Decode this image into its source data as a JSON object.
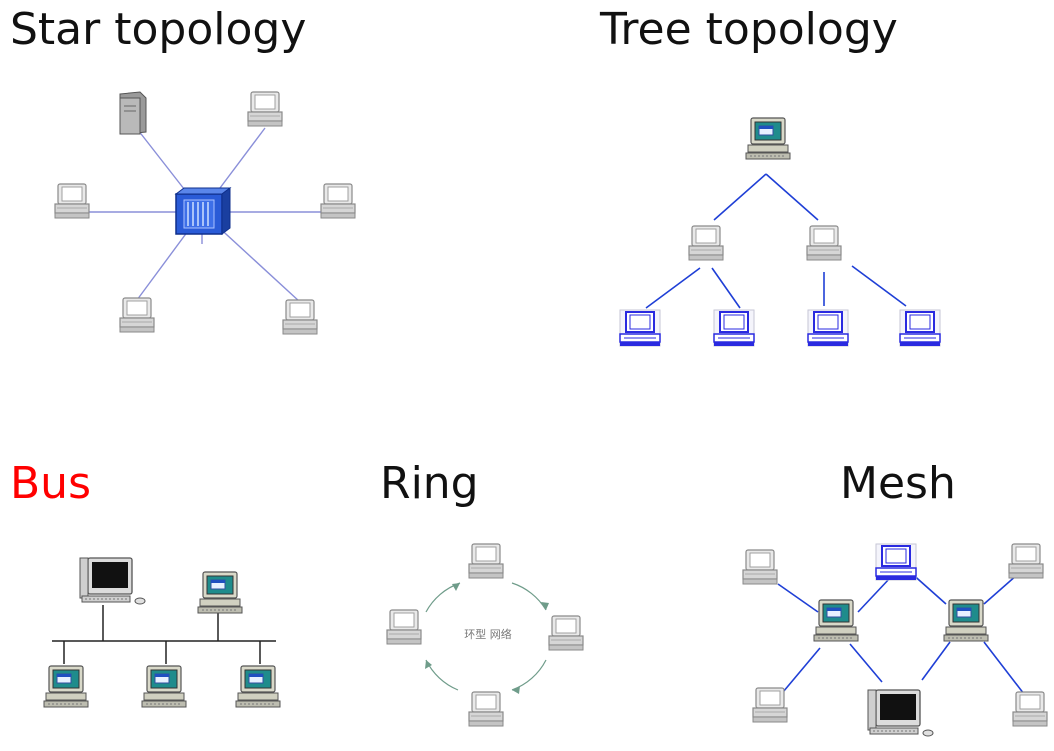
{
  "diagrams": {
    "star": {
      "title": "Star topology"
    },
    "tree": {
      "title": "Tree topology"
    },
    "bus": {
      "title": "Bus",
      "title_color": "#ff0000"
    },
    "ring": {
      "title": "Ring",
      "center_label": "环型 网络"
    },
    "mesh": {
      "title": "Mesh"
    }
  },
  "colors": {
    "link_blue": "#1f3fd6",
    "star_link": "#8a8fd9",
    "hub_blue": "#2a5bd7",
    "bus_line": "#222222",
    "ring_arrow": "#6f9c8a"
  },
  "icons": {
    "server": "server-icon",
    "hub": "hub-icon",
    "workstation": "workstation-icon",
    "monitor_pc": "monitor-pc-icon",
    "terminal": "terminal-icon"
  }
}
